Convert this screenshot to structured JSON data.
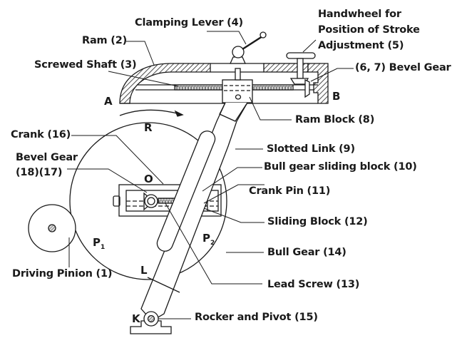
{
  "diagram": {
    "title": "Shaper quick return mechanism (crank and slotted link)",
    "labels": {
      "clamping_lever": "Clamping Lever (4)",
      "ram": "Ram (2)",
      "screwed_shaft": "Screwed Shaft (3)",
      "handwheel_line1": "Handwheel for",
      "handwheel_line2": "Position of Stroke",
      "handwheel_line3": "Adjustment (5)",
      "bevel_gear_top": "(6, 7) Bevel Gear",
      "ram_block": "Ram Block (8)",
      "crank": "Crank (16)",
      "slotted_link": "Slotted Link (9)",
      "bevel_gear_left_line1": "Bevel Gear",
      "bevel_gear_left_line2": "(18)(17)",
      "bull_gear_sliding_block": "Bull gear sliding block (10)",
      "crank_pin": "Crank Pin (11)",
      "sliding_block": "Sliding Block (12)",
      "bull_gear": "Bull Gear (14)",
      "driving_pinion": "Driving Pinion (1)",
      "lead_screw": "Lead Screw (13)",
      "rocker_pivot": "Rocker and Pivot (15)"
    },
    "points": {
      "A": "A",
      "B": "B",
      "R": "R",
      "O": "O",
      "P": "P",
      "P1_sub": "1",
      "P2_sub": "2",
      "L": "L",
      "K": "K"
    },
    "colors": {
      "ink": "#1a1a1a",
      "background": "#ffffff"
    }
  }
}
